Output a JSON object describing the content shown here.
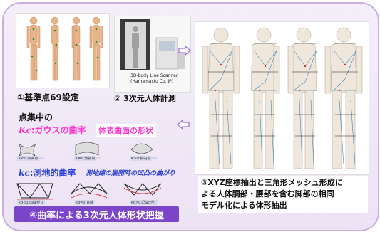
{
  "step1": {
    "caption": "①基準点69設定"
  },
  "step2": {
    "caption": "② 3次元人体計測",
    "scanner_line1": "3D-body Line Scanner",
    "scanner_line2": "(Hamamastu Co. JP)"
  },
  "step3": {
    "line1": "③XYZ座標抽出と三角形メッシュ形成に",
    "line2": "よる人体胴部・腰部を含む脚部の相同",
    "line3": "モデル化による体形抽出"
  },
  "curvature": {
    "heading": "点集中の",
    "kc_gauss_symbol": "Kc",
    "kc_gauss_text": ":ガウスの曲率",
    "body_surface_label": "体表曲面の形状",
    "kg_symbol": "kc",
    "kg_text": ":測地的曲率",
    "geodesic_label": "測地線の展開時の凹凸の曲がり",
    "mini_labels": [
      "K<0:双曲点",
      "K=0:放物点",
      "K>0:楕円点",
      "kg<0:凹曲がり",
      "kg=0:直線",
      "kg>0:凸曲がり"
    ]
  },
  "step4": {
    "banner": "④曲率による3次元人体形状把握"
  },
  "colors": {
    "accent_purple": "#7b44c9",
    "pink": "#ff33cc",
    "blue": "#2b3fd6",
    "arrow": "#9a6fd0"
  }
}
